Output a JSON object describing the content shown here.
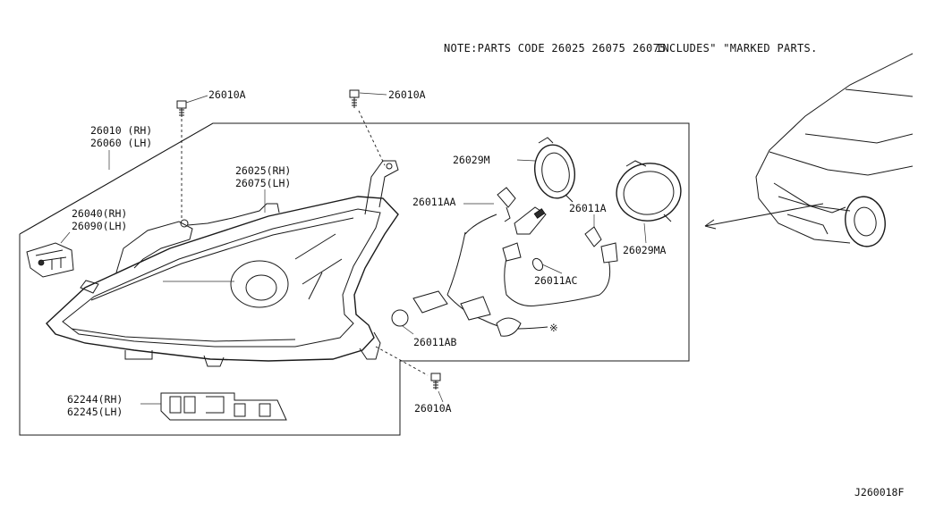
{
  "note": {
    "text": "NOTE:PARTS CODE  26025  26075",
    "overlap": "INCLUDES\"  \"MARKED PARTS.",
    "overlap_code": "26075"
  },
  "labels": {
    "bolt_top_left": "26010A",
    "bolt_top_right": "26010A",
    "bolt_bottom": "26010A",
    "housing_rh": "26010 (RH)",
    "housing_lh": "26060 (LH)",
    "lamp_rh": "26025(RH)",
    "lamp_lh": "26075(LH)",
    "actuator_rh": "26040(RH)",
    "actuator_lh": "26090(LH)",
    "cover_m": "26029M",
    "cover_ma": "26029MA",
    "bulb_aa": "26011AA",
    "bulb_a": "26011A",
    "bulb_ac": "26011AC",
    "bulb_ab": "26011AB",
    "bracket_rh": "62244(RH)",
    "bracket_lh": "62245(LH)",
    "marked_symbol": "※"
  },
  "diagram_id": "J260018F",
  "colors": {
    "ink": "#1a1a1a",
    "background": "#ffffff"
  }
}
